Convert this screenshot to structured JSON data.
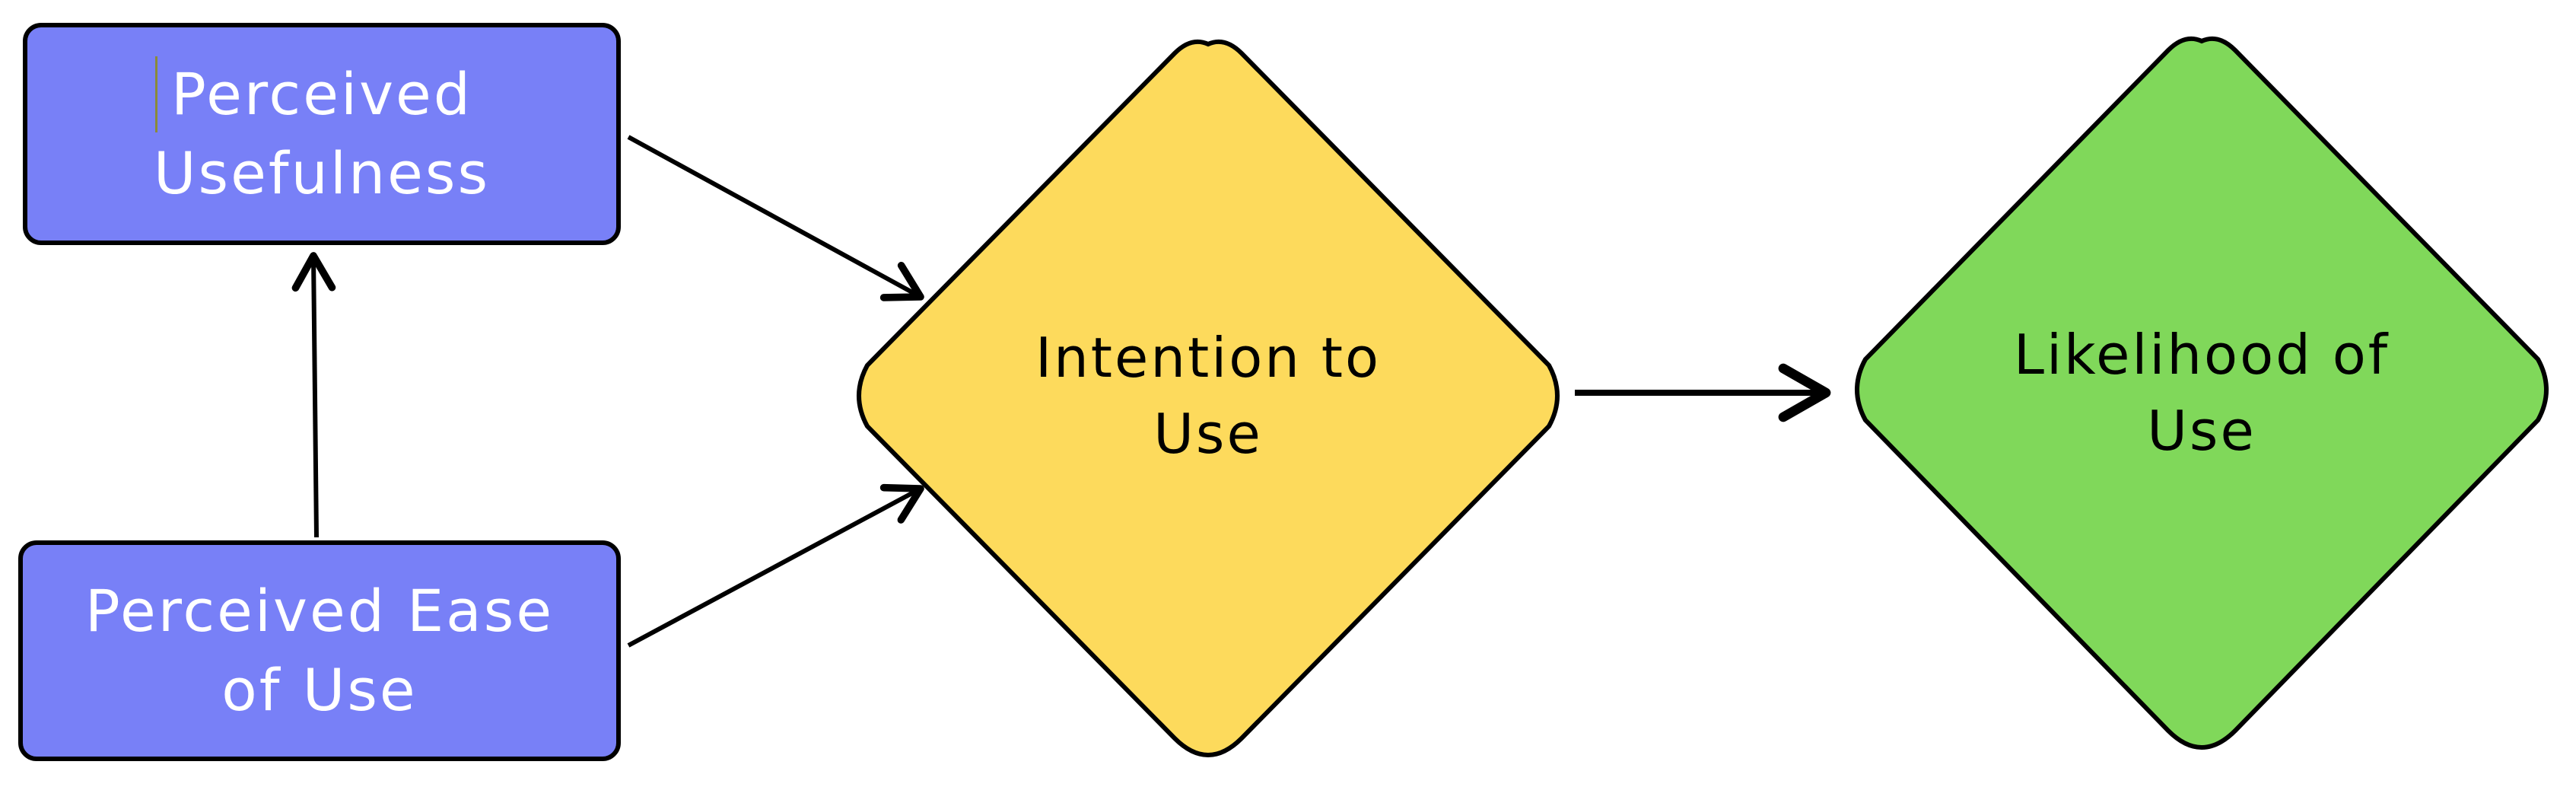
{
  "nodes": {
    "usefulness": {
      "line1": "Perceived",
      "line2": "Usefulness",
      "fill": "#7880F7"
    },
    "ease": {
      "line1": "Perceived Ease",
      "line2": "of Use",
      "fill": "#7880F7"
    },
    "intention": {
      "line1": "Intention to",
      "line2": "Use",
      "fill": "#FDDA5C"
    },
    "likelihood": {
      "line1": "Likelihood of",
      "line2": "Use",
      "fill": "#80D85A"
    }
  },
  "edges": [
    {
      "from": "Perceived Usefulness",
      "to": "Intention to Use"
    },
    {
      "from": "Perceived Ease of Use",
      "to": "Intention to Use"
    },
    {
      "from": "Perceived Ease of Use",
      "to": "Perceived Usefulness"
    },
    {
      "from": "Intention to Use",
      "to": "Likelihood of Use"
    }
  ],
  "colors": {
    "stroke": "#000000",
    "background": "#FFFFFF"
  }
}
